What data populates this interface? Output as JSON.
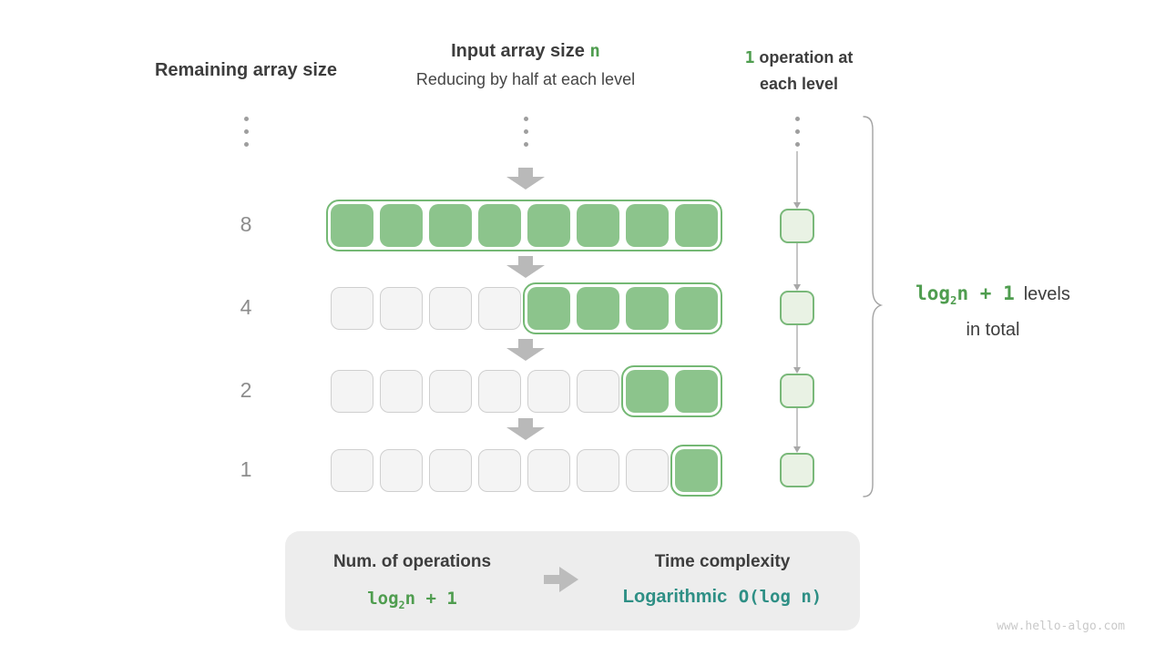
{
  "colors": {
    "green_fill": "#8cc48c",
    "green_border": "#74b874",
    "green_text": "#4f9d4f",
    "teal_text": "#2e8f85",
    "gray_cell_fill": "#f4f4f4",
    "gray_cell_border": "#cfcfcf",
    "arrow_gray": "#b9b9b9",
    "text_dark": "#3d3d3d",
    "row_label_gray": "#8c8c8c",
    "summary_box_bg": "#ededed"
  },
  "headers": {
    "left": "Remaining array size",
    "center_title": "Input array size ",
    "center_title_code": "n",
    "center_subtitle": "Reducing by half at each level",
    "right_code": "1",
    "right_line1_rest": " operation at",
    "right_line2": "each level"
  },
  "rows": [
    {
      "label": "8",
      "gray": 0,
      "green": 8
    },
    {
      "label": "4",
      "gray": 4,
      "green": 4
    },
    {
      "label": "2",
      "gray": 6,
      "green": 2
    },
    {
      "label": "1",
      "gray": 7,
      "green": 1
    }
  ],
  "brace_label": {
    "code_prefix": "log",
    "code_sub": "2",
    "code_suffix": "n + 1",
    "text_line1": "levels",
    "text_line2": "in total"
  },
  "summary": {
    "left_title": "Num. of operations",
    "left_value_prefix": "log",
    "left_value_sub": "2",
    "left_value_suffix": "n + 1",
    "right_title": "Time complexity",
    "right_value_word": "Logarithmic",
    "right_value_code": "O(log n)"
  },
  "watermark": "www.hello-algo.com"
}
